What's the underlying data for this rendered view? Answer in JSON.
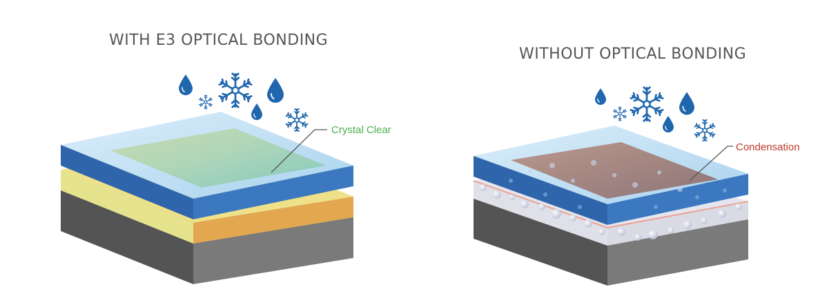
{
  "panels": {
    "left": {
      "title": "WITH E3 OPTICAL BONDING",
      "callout": "Crystal Clear",
      "callout_color": "#4caf50"
    },
    "right": {
      "title": "WITHOUT OPTICAL BONDING",
      "callout": "Condensation",
      "callout_color": "#c0392b"
    }
  },
  "colors": {
    "glass_top": "#cfe6f5",
    "glass_edge": "#2f66ab",
    "adhesive": "#e8c96a",
    "display_side": "#555555",
    "display_top": "#6a6a6a",
    "weather_icons": "#1f66ad",
    "title_text": "#555555"
  },
  "icons": [
    "water-drop-icon",
    "snowflake-icon"
  ]
}
